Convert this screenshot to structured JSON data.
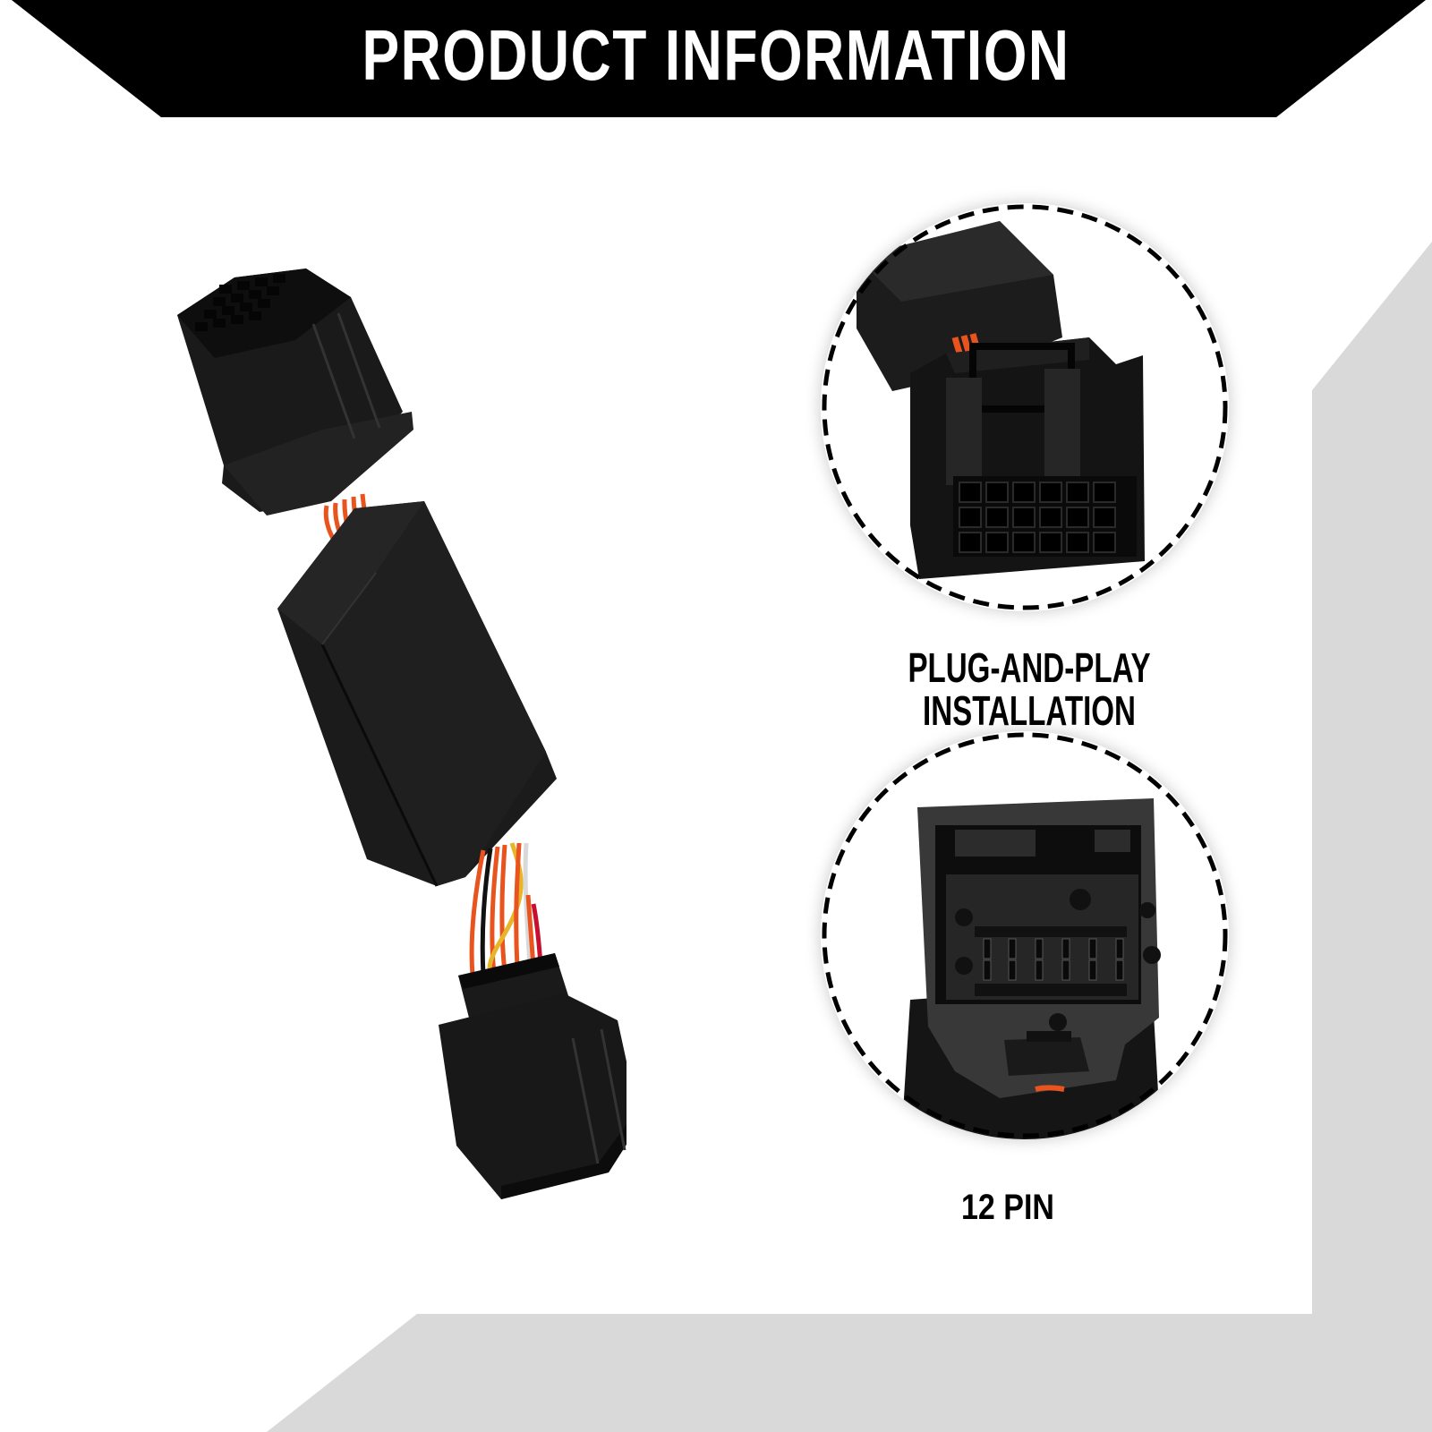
{
  "header": {
    "title": "PRODUCT INFORMATION",
    "banner_color": "#000000",
    "title_color": "#ffffff"
  },
  "background": {
    "base_color": "#ffffff",
    "accent_shape_color": "#d9d9d9"
  },
  "main_product": {
    "description": "Black connector harness module with orange wiring and two 12-pin connectors",
    "colors": {
      "housing": "#161616",
      "wire_primary": "#e8531e",
      "wire_yellow": "#e8b52a",
      "wire_red": "#c8102e"
    }
  },
  "details": [
    {
      "id": "plug-and-play",
      "caption": "PLUG-AND-PLAY INSTALLATION",
      "image_alt": "Close-up of female connector with 12 pin sockets"
    },
    {
      "id": "12-pin",
      "caption": "12 PIN",
      "image_alt": "Close-up of male connector showing 12 pins"
    }
  ],
  "frame": {
    "dash_color": "#000000"
  }
}
